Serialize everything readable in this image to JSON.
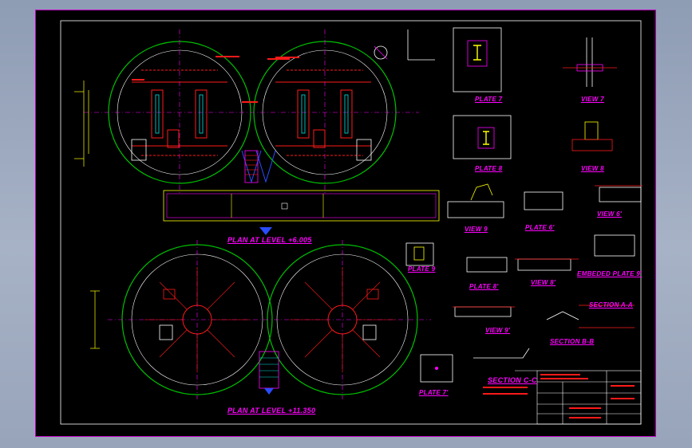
{
  "colors": {
    "background": "#000000",
    "frame": "#c000c0",
    "border": "#ffffff",
    "green": "#00c000",
    "red": "#ff1a1a",
    "magenta": "#ff00ff",
    "cyan": "#00e0e0",
    "yellow": "#ffff00",
    "blue": "#2a4cff",
    "white": "#ffffff"
  },
  "labels": {
    "plan_upper": "PLAN AT LEVEL +6.005",
    "plan_lower": "PLAN AT LEVEL +11.350",
    "plate_7_top": "PLATE 7",
    "view_7": "VIEW 7",
    "plate_8": "PLATE 8",
    "view_8": "VIEW 8",
    "view_9": "VIEW 9",
    "plate_6p": "PLATE 6'",
    "view_6p": "VIEW 6'",
    "plate_9": "PLATE 9",
    "plate_8p": "PLATE 8'",
    "view_8p": "VIEW 8'",
    "embedded_plate": "EMBEDED PLATE 9'",
    "view_9p": "VIEW 9'",
    "section_aa": "SECTION A-A",
    "section_bb": "SECTION B-B",
    "section_cc": "SECTION C-C",
    "plate_7p": "PLATE 7'"
  }
}
